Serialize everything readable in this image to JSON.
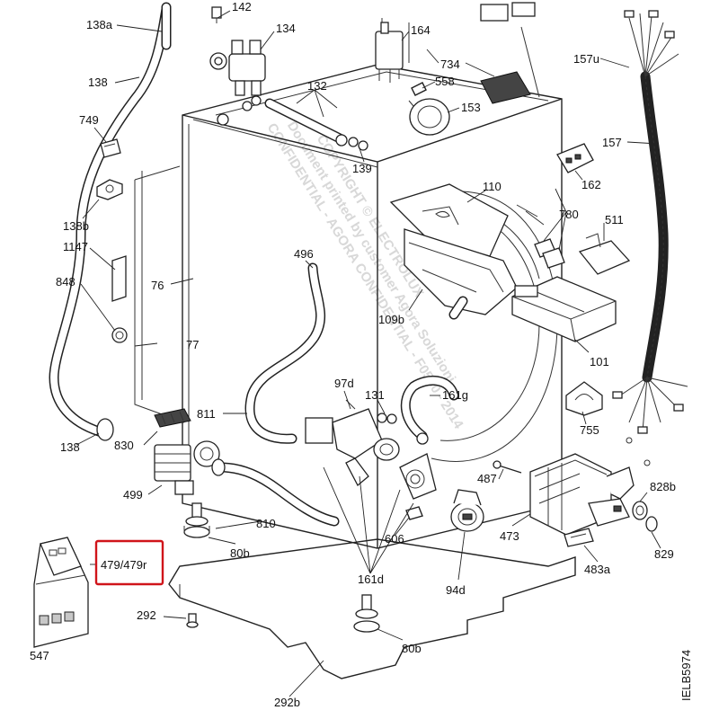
{
  "diagram": {
    "labels": {
      "l_138a": "138a",
      "l_142": "142",
      "l_134": "134",
      "l_164": "164",
      "l_734": "734",
      "l_157u": "157u",
      "l_138": "138",
      "l_132": "132",
      "l_558": "558",
      "l_153": "153",
      "l_749": "749",
      "l_157": "157",
      "l_139": "139",
      "l_162": "162",
      "l_138b": "138b",
      "l_110": "110",
      "l_780": "780",
      "l_511": "511",
      "l_1147": "1147",
      "l_496": "496",
      "l_848": "848",
      "l_76": "76",
      "l_109b": "109b",
      "l_77": "77",
      "l_101": "101",
      "l_97d": "97d",
      "l_131": "131",
      "l_161g": "161g",
      "l_811": "811",
      "l_755": "755",
      "l_138_lower": "138",
      "l_830": "830",
      "l_487": "487",
      "l_828b": "828b",
      "l_499": "499",
      "l_810": "810",
      "l_473": "473",
      "l_606": "606",
      "l_80b_upper": "80b",
      "l_829": "829",
      "l_479": "479/479r",
      "l_161d": "161d",
      "l_483a": "483a",
      "l_94d": "94d",
      "l_292": "292",
      "l_80b_lower": "80b",
      "l_547": "547",
      "l_292b": "292b",
      "l_code": "IELB5974"
    },
    "watermark": {
      "line1": "COPYRIGHT © ELECTROLUX",
      "line2": "Document printed by customer Agora Soluzioni",
      "line3": "CONFIDENTIAL - AGORA CONFIDENTIAL - F0530 - 2014"
    },
    "highlight_color": "#d0141a"
  }
}
